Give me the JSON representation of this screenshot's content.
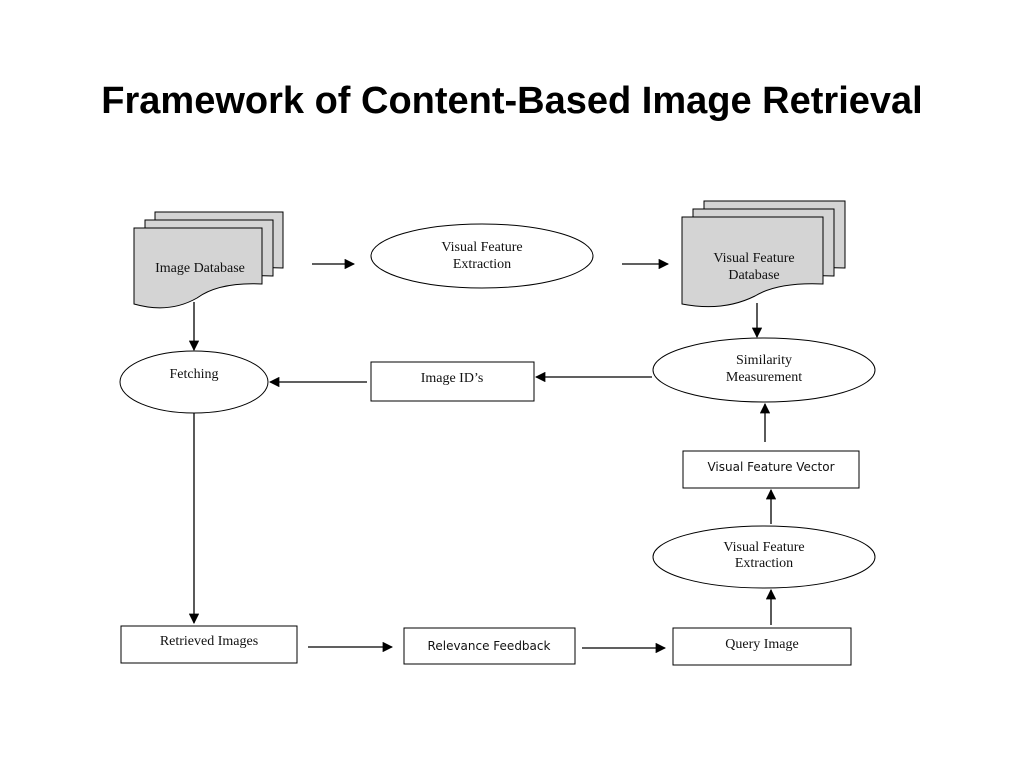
{
  "title": "Framework of Content-Based Image Retrieval",
  "nodes": {
    "image_database": "Image Database",
    "visual_feature_extraction_top": [
      "Visual Feature",
      "Extraction"
    ],
    "visual_feature_database": [
      "Visual Feature",
      "Database"
    ],
    "similarity_measurement": [
      "Similarity",
      "Measurement"
    ],
    "image_ids": "Image ID’s",
    "fetching": "Fetching",
    "visual_feature_vector": "Visual Feature Vector",
    "visual_feature_extraction_bottom": [
      "Visual Feature",
      "Extraction"
    ],
    "retrieved_images": "Retrieved Images",
    "relevance_feedback": "Relevance Feedback",
    "query_image": "Query Image"
  },
  "edges": [
    [
      "image_database",
      "visual_feature_extraction_top"
    ],
    [
      "visual_feature_extraction_top",
      "visual_feature_database"
    ],
    [
      "visual_feature_database",
      "similarity_measurement"
    ],
    [
      "similarity_measurement",
      "image_ids"
    ],
    [
      "image_ids",
      "fetching"
    ],
    [
      "image_database",
      "fetching"
    ],
    [
      "fetching",
      "retrieved_images"
    ],
    [
      "retrieved_images",
      "relevance_feedback"
    ],
    [
      "relevance_feedback",
      "query_image"
    ],
    [
      "query_image",
      "visual_feature_extraction_bottom"
    ],
    [
      "visual_feature_extraction_bottom",
      "visual_feature_vector"
    ],
    [
      "visual_feature_vector",
      "similarity_measurement"
    ]
  ],
  "colors": {
    "document_fill": "#d4d4d4",
    "stroke": "#000000",
    "background": "#ffffff"
  }
}
